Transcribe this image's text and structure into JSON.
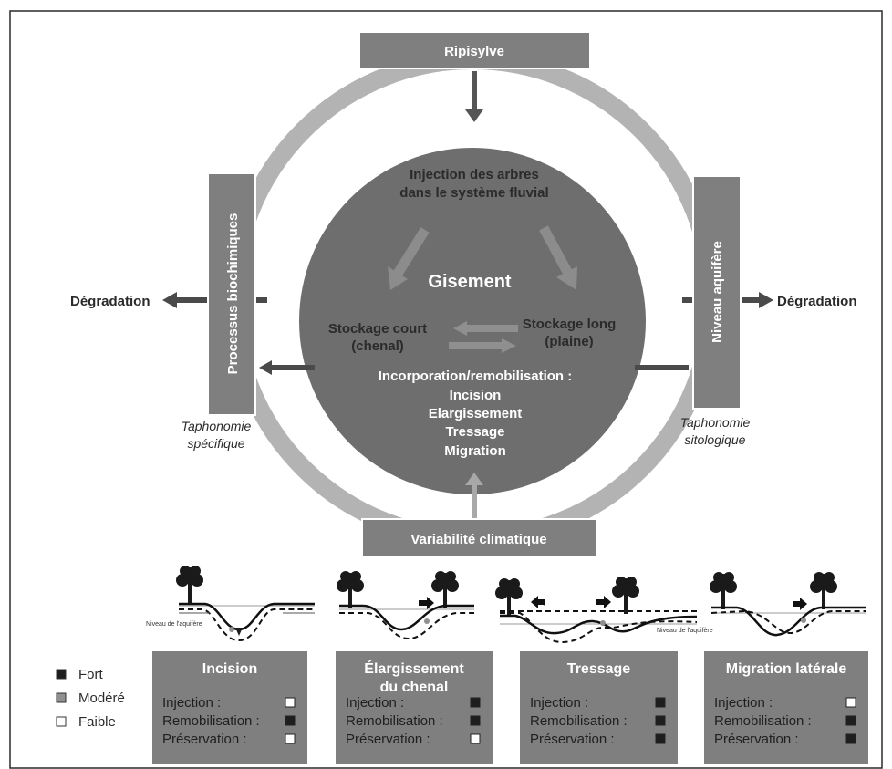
{
  "top_box": "Ripisylve",
  "left_box": "Processus biochimiques",
  "right_box": "Niveau aquifère",
  "bottom_box": "Variabilité climatique",
  "left_outcome": "Dégradation",
  "right_outcome": "Dégradation",
  "taphonomy_left": [
    "Taphonomie",
    "spécifique"
  ],
  "taphonomy_right": [
    "Taphonomie",
    "sitologique"
  ],
  "center": {
    "injection": [
      "Injection des arbres",
      "dans le système fluvial"
    ],
    "title": "Gisement",
    "short_storage": [
      "Stockage court",
      "(chenal)"
    ],
    "long_storage": [
      "Stockage long",
      "(plaine)"
    ],
    "processes": [
      "Incorporation/remobilisation :",
      "Incision",
      "Elargissement",
      "Tressage",
      "Migration"
    ]
  },
  "sketch_labels": {
    "aquifer_level_1": "Niveau de l'aquifère",
    "aquifer_level_3": "Niveau de l'aquifère"
  },
  "legend": [
    {
      "label": "Fort",
      "level": "strong"
    },
    {
      "label": "Modéré",
      "level": "moderate"
    },
    {
      "label": "Faible",
      "level": "weak"
    }
  ],
  "level_colors": {
    "strong": "#1e1e1e",
    "moderate": "#909090",
    "weak": "#ffffff"
  },
  "row_labels": [
    "Injection :",
    "Remobilisation :",
    "Préservation :"
  ],
  "cases": [
    {
      "title": [
        "Incision"
      ],
      "levels": [
        "weak",
        "strong",
        "weak"
      ]
    },
    {
      "title": [
        "Élargissement",
        "du chenal"
      ],
      "levels": [
        "strong",
        "strong",
        "weak"
      ]
    },
    {
      "title": [
        "Tressage"
      ],
      "levels": [
        "strong",
        "strong",
        "strong"
      ]
    },
    {
      "title": [
        "Migration latérale"
      ],
      "levels": [
        "weak",
        "strong",
        "strong"
      ]
    }
  ]
}
